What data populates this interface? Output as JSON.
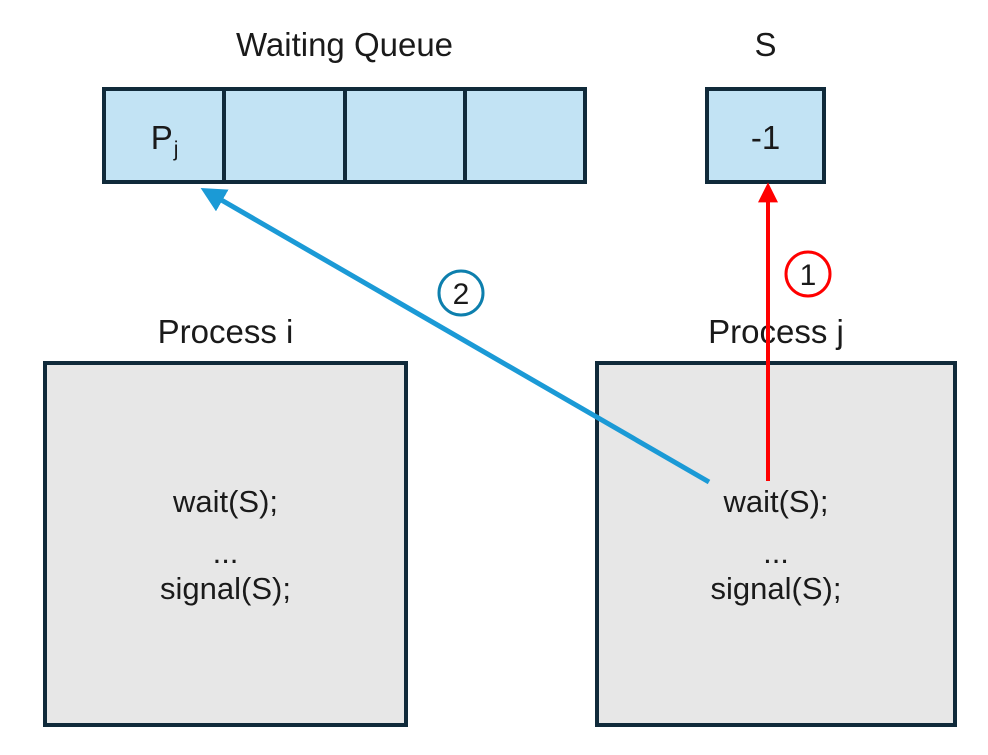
{
  "diagram": {
    "title_waiting_queue": "Waiting Queue",
    "title_semaphore": "S",
    "semaphore_value": "-1",
    "queue_cells": [
      {
        "label": "P",
        "subscript": "j"
      },
      {
        "label": "",
        "subscript": ""
      },
      {
        "label": "",
        "subscript": ""
      },
      {
        "label": "",
        "subscript": ""
      }
    ],
    "processes": [
      {
        "title": "Process i",
        "code": [
          "wait(S);",
          "...",
          "signal(S);"
        ]
      },
      {
        "title": "Process j",
        "code": [
          "wait(S);",
          "...",
          "signal(S);"
        ]
      }
    ],
    "steps": [
      {
        "number": "1",
        "color": "#ff0000",
        "meaning": "wait(S) decrements S to -1"
      },
      {
        "number": "2",
        "color": "#0d7fad",
        "meaning": "process j is placed on the waiting queue"
      }
    ],
    "colors": {
      "box_border": "#102a3a",
      "queue_fill": "#c2e3f4",
      "process_fill": "#e7e7e7",
      "arrow_red": "#ff0000",
      "arrow_blue": "#1b9ad6",
      "circle_blue": "#0d7fad",
      "text": "#1a1a1a",
      "background": "#ffffff"
    }
  }
}
